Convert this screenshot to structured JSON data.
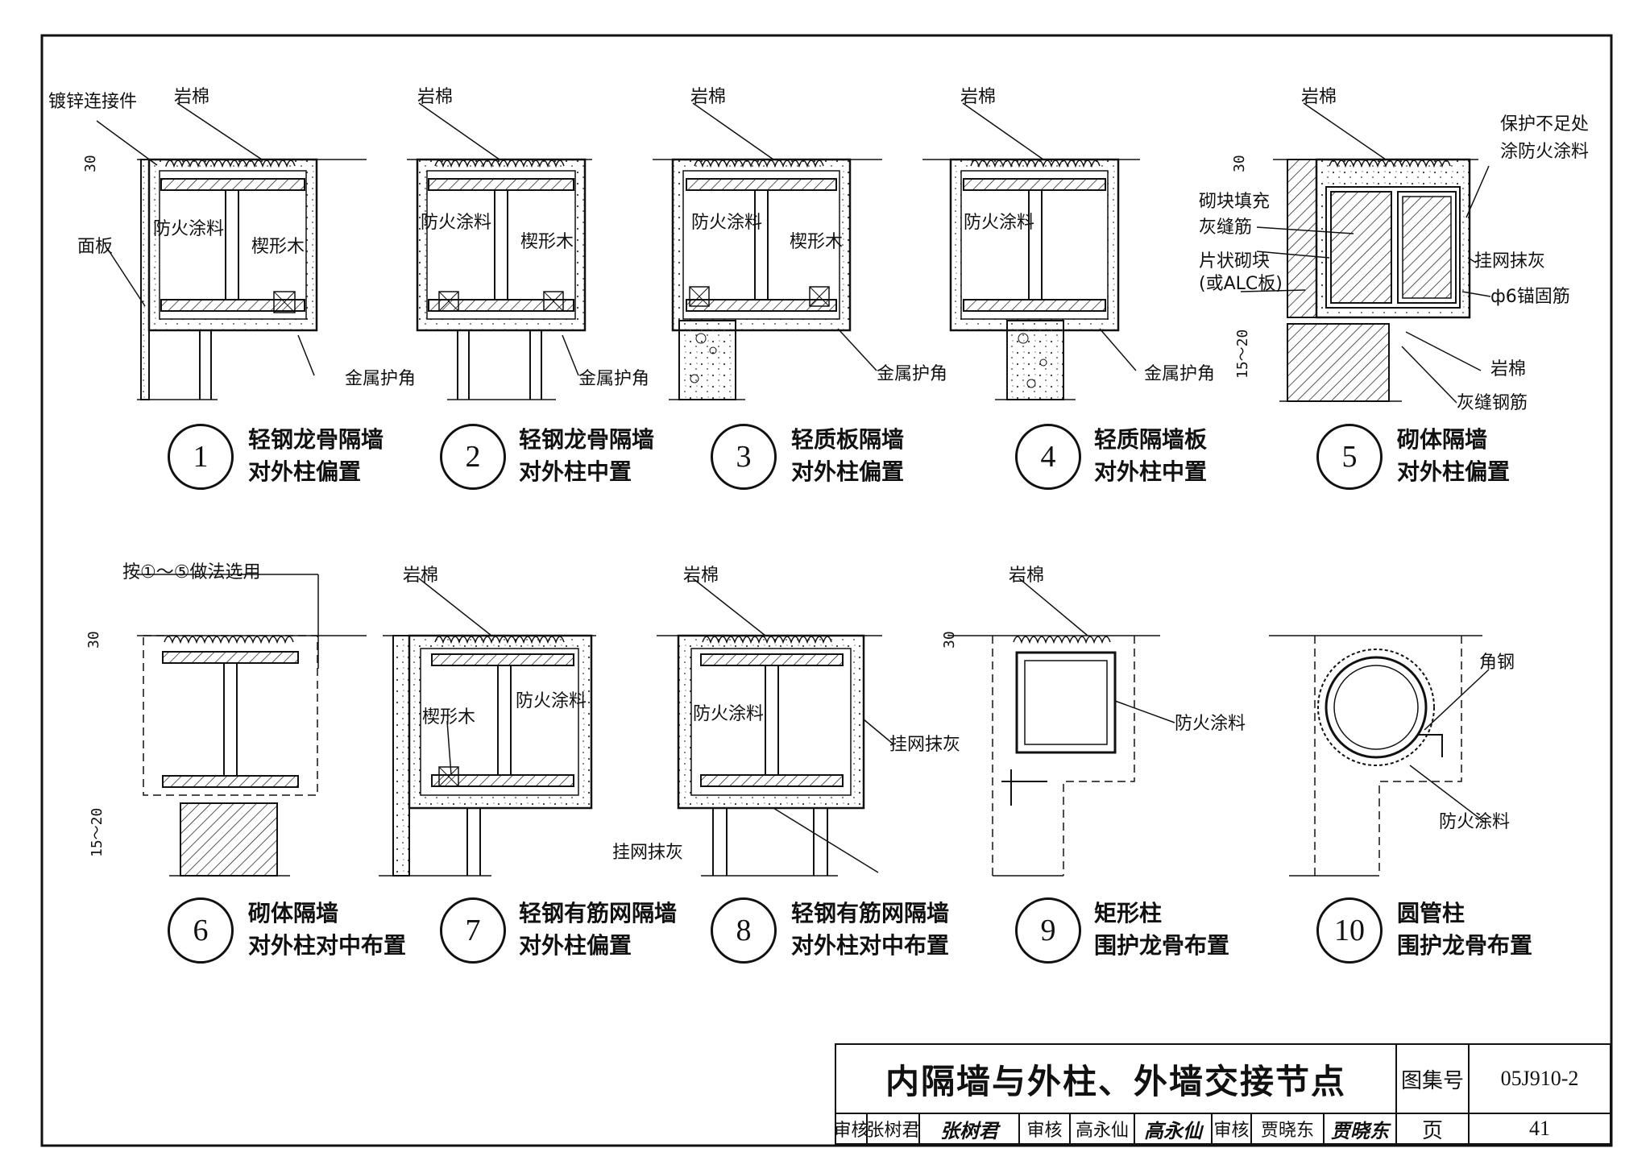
{
  "details": [
    {
      "num": "1",
      "line1": "轻钢龙骨隔墙",
      "line2": "对外柱偏置"
    },
    {
      "num": "2",
      "line1": "轻钢龙骨隔墙",
      "line2": "对外柱中置"
    },
    {
      "num": "3",
      "line1": "轻质板隔墙",
      "line2": "对外柱偏置"
    },
    {
      "num": "4",
      "line1": "轻质隔墙板",
      "line2": "对外柱中置"
    },
    {
      "num": "5",
      "line1": "砌体隔墙",
      "line2": "对外柱偏置"
    },
    {
      "num": "6",
      "line1": "砌体隔墙",
      "line2": "对外柱对中布置"
    },
    {
      "num": "7",
      "line1": "轻钢有筋网隔墙",
      "line2": "对外柱偏置"
    },
    {
      "num": "8",
      "line1": "轻钢有筋网隔墙",
      "line2": "对外柱对中布置"
    },
    {
      "num": "9",
      "line1": "矩形柱",
      "line2": "围护龙骨布置"
    },
    {
      "num": "10",
      "line1": "圆管柱",
      "line2": "围护龙骨布置"
    }
  ],
  "labels": {
    "galv_connector": "镀锌连接件",
    "rock_wool": "岩棉",
    "fire_coating": "防火涂料",
    "wedge_wood": "楔形木",
    "panel": "面板",
    "metal_corner": "金属护角",
    "block_fill": "砌块填充",
    "mortar_rebar": "灰缝筋",
    "sheet_block": "片状砌块",
    "alc_note": "(或ALC板)",
    "protect_short_1": "保护不足处",
    "protect_short_2": "涂防火涂料",
    "mesh_plaster": "挂网抹灰",
    "anchor_rebar": "ф6锚固筋",
    "mortar_steel": "灰缝钢筋",
    "per_method": "按①～⑤做法选用",
    "angle_steel": "角钢"
  },
  "dims": {
    "d30": "30",
    "d1520": "15～20"
  },
  "title_block": {
    "title": "内隔墙与外柱、外墙交接节点",
    "atlas_label": "图集号",
    "atlas_no": "05J910-2",
    "review_label": "审核",
    "reviewer1": "张树君",
    "reviewer1_sig": "张树君",
    "reviewer2": "高永仙",
    "reviewer2_sig": "高永仙",
    "reviewer3": "贾晓东",
    "reviewer3_sig": "贾晓东",
    "page_label": "页",
    "page_no": "41"
  }
}
